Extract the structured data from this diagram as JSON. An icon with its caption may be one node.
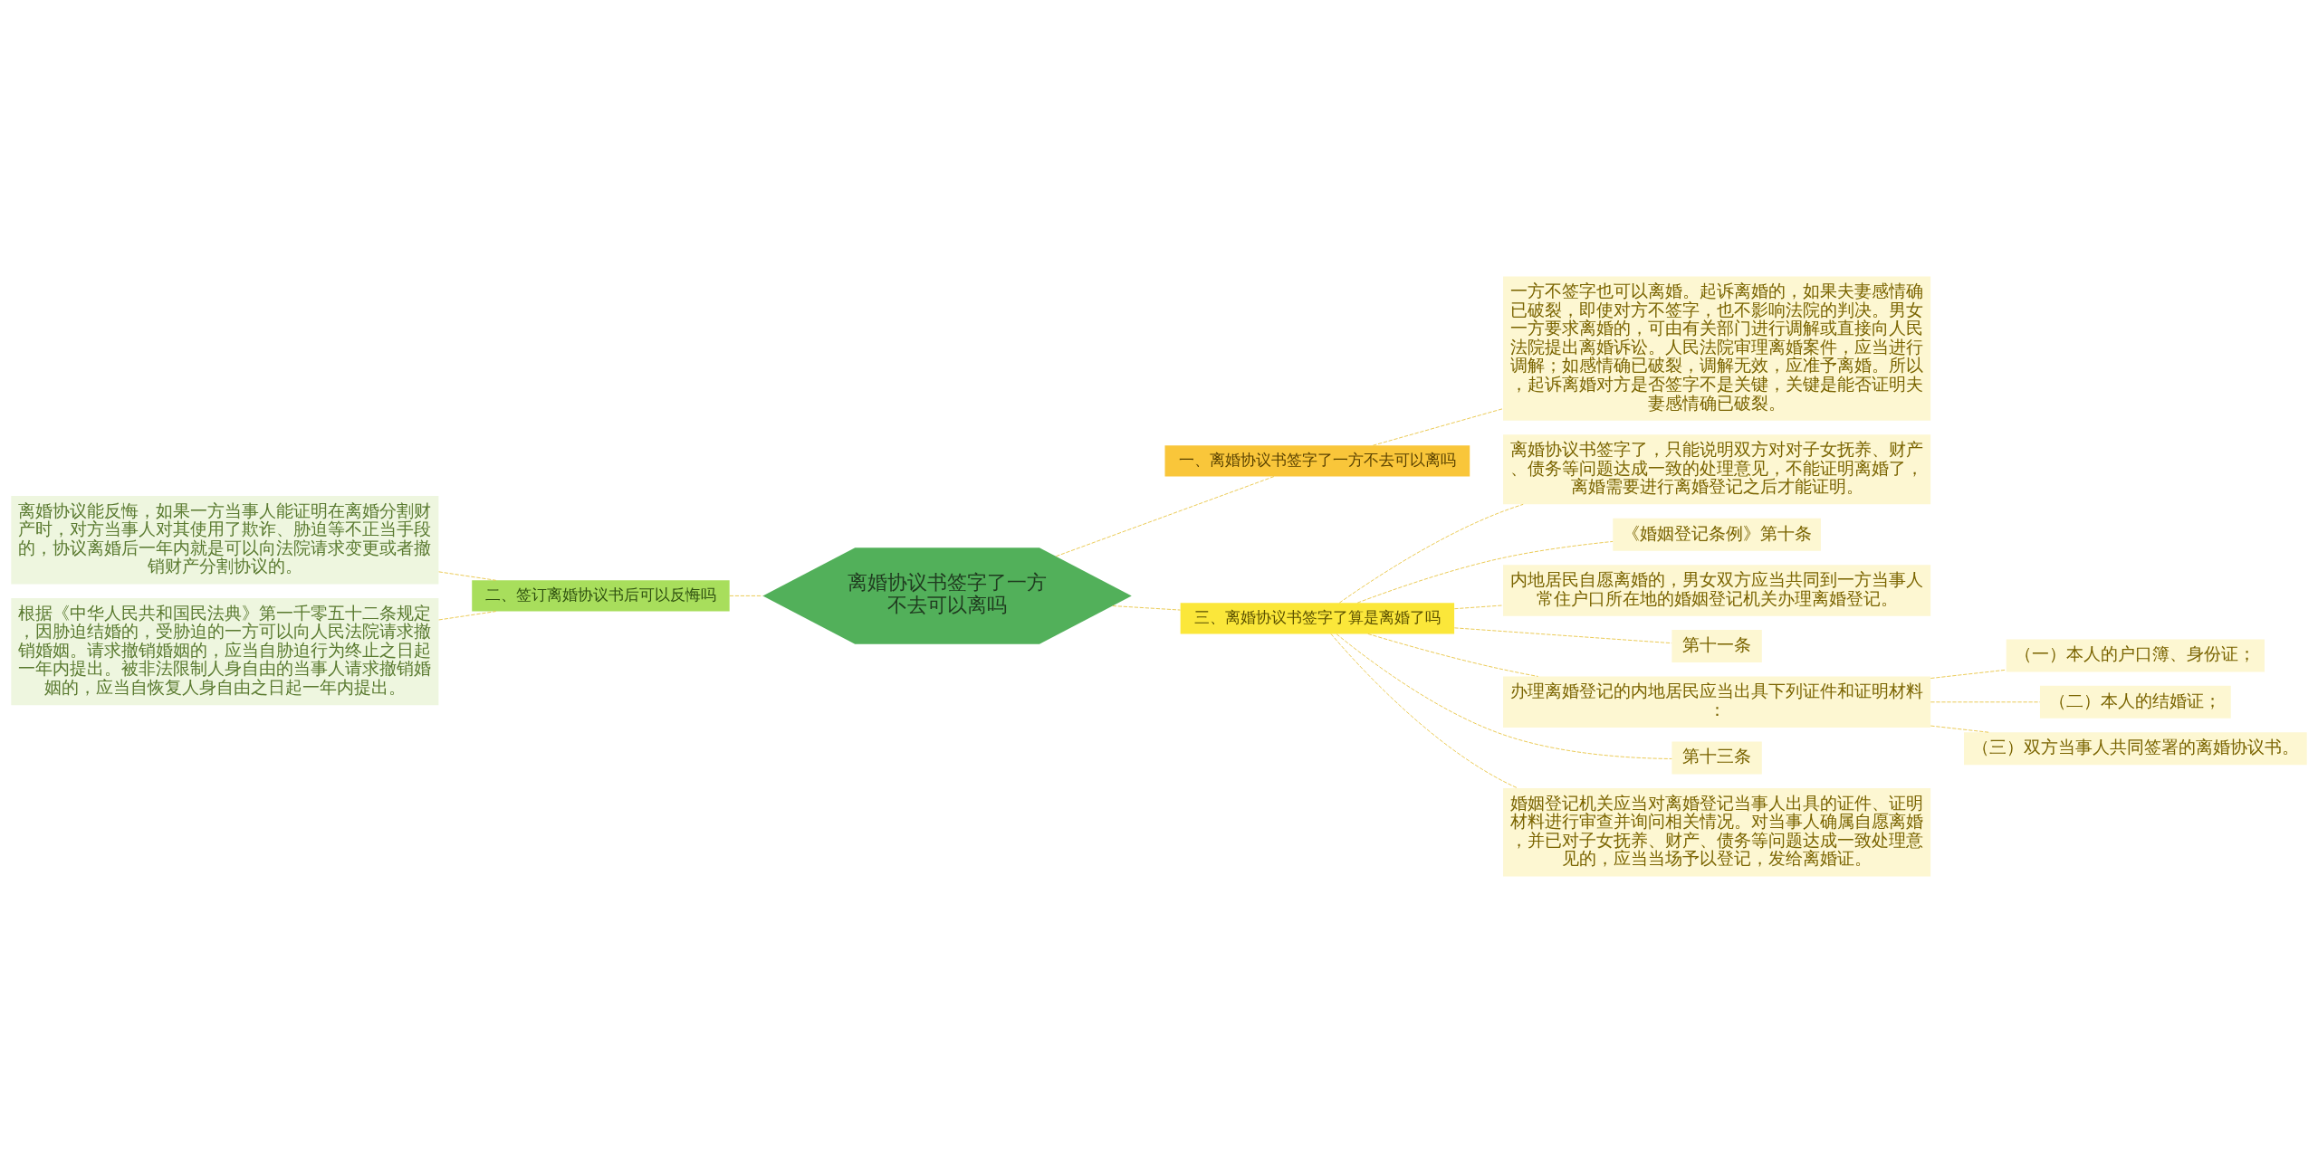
{
  "diagram": {
    "nodes": [
      {
        "text": [
          "离婚协议书签字了一方不去可以离吗"
        ]
      },
      {
        "text": [
          "一、离婚协议书签字了一方不去可以离吗"
        ]
      },
      {
        "text": [
          "一方不签字也可以离婚。起诉离婚的，如果夫妻感情确已破裂，即使对方不签字，也不影响法院的判决。男女一方要求离婚的，可由有关部门进行调解或直接向人民法院提出离婚诉讼。人民法院审理离婚案件，应当进行调解；如感情确已破裂，调解无效，应准予离婚。所以，起诉离婚对方是否签字不是关键，关键是能否证明夫妻感情确已破裂。"
        ]
      },
      {
        "text": [
          "二、签订离婚协议书后可以反悔吗"
        ]
      },
      {
        "text": [
          "离婚协议能反悔，如果一方当事人能证明在离婚分割财产时，对方当事人对其使用了欺诈、胁迫等不正当手段的，协议离婚后一年内就是可以向法院请求变更或者撤销财产分割协议的。"
        ]
      },
      {
        "text": [
          "根据《中华人民共和国民法典》第一千零五十二条规定，因胁迫结婚的，受胁迫的一方可以向人民法院请求撤销婚姻。请求撤销婚姻的，应当自胁迫行为终止之日起一年内提出。被非法限制人身自由的当事人请求撤销婚姻的，应当自恢复人身自由之日起一年内提出。"
        ]
      },
      {
        "text": [
          "三、离婚协议书签字了算是离婚了吗"
        ]
      },
      {
        "text": [
          "离婚协议书签字了，只能说明双方对对子女抚养、财产、债务等问题达成一致的处理意见，不能证明离婚了，离婚需要进行离婚登记之后才能证明。"
        ]
      },
      {
        "text": [
          "《婚姻登记条例》第十条"
        ]
      },
      {
        "text": [
          "内地居民自愿离婚的，男女双方应当共同到一方当事人常住户口所在地的婚姻登记机关办理离婚登记。"
        ]
      },
      {
        "text": [
          "第十一条"
        ]
      },
      {
        "text": [
          "办理离婚登记的内地居民应当出具下列证件和证明材料："
        ]
      },
      {
        "text": [
          "（一）本人的户口簿、身份证；"
        ]
      },
      {
        "text": [
          "（二）本人的结婚证；"
        ]
      },
      {
        "text": [
          "（三）双方当事人共同签署的离婚协议书。"
        ]
      },
      {
        "text": [
          "第十三条"
        ]
      },
      {
        "text": [
          "婚姻登记机关应当对离婚登记当事人出具的证件、证明材料进行审查并询问相关情况。对当事人确属自愿离婚，并已对子女抚养、财产、债务等问题达成一致处理意见的，应当当场予以登记，发给离婚证。"
        ]
      }
    ],
    "edges": [
      {
        "from": 0,
        "to": 1,
        "arrow": "none",
        "style": "dashed"
      },
      {
        "from": 1,
        "to": 2,
        "arrow": "none",
        "style": "dashed"
      },
      {
        "from": 0,
        "to": 3,
        "arrow": "none",
        "style": "dashed"
      },
      {
        "from": 3,
        "to": 4,
        "arrow": "none",
        "style": "dashed"
      },
      {
        "from": 3,
        "to": 5,
        "arrow": "none",
        "style": "dashed"
      },
      {
        "from": 0,
        "to": 6,
        "arrow": "none",
        "style": "dashed"
      },
      {
        "from": 6,
        "to": 7,
        "arrow": "none",
        "style": "dashed"
      },
      {
        "from": 6,
        "to": 8,
        "arrow": "none",
        "style": "dashed"
      },
      {
        "from": 6,
        "to": 9,
        "arrow": "none",
        "style": "dashed"
      },
      {
        "from": 6,
        "to": 10,
        "arrow": "none",
        "style": "dashed"
      },
      {
        "from": 6,
        "to": 11,
        "arrow": "none",
        "style": "dashed"
      },
      {
        "from": 11,
        "to": 12,
        "arrow": "none",
        "style": "dashed"
      },
      {
        "from": 11,
        "to": 13,
        "arrow": "none",
        "style": "dashed"
      },
      {
        "from": 11,
        "to": 14,
        "arrow": "none",
        "style": "dashed"
      },
      {
        "from": 6,
        "to": 15,
        "arrow": "none",
        "style": "dashed"
      },
      {
        "from": 6,
        "to": 16,
        "arrow": "none",
        "style": "dashed"
      }
    ]
  }
}
